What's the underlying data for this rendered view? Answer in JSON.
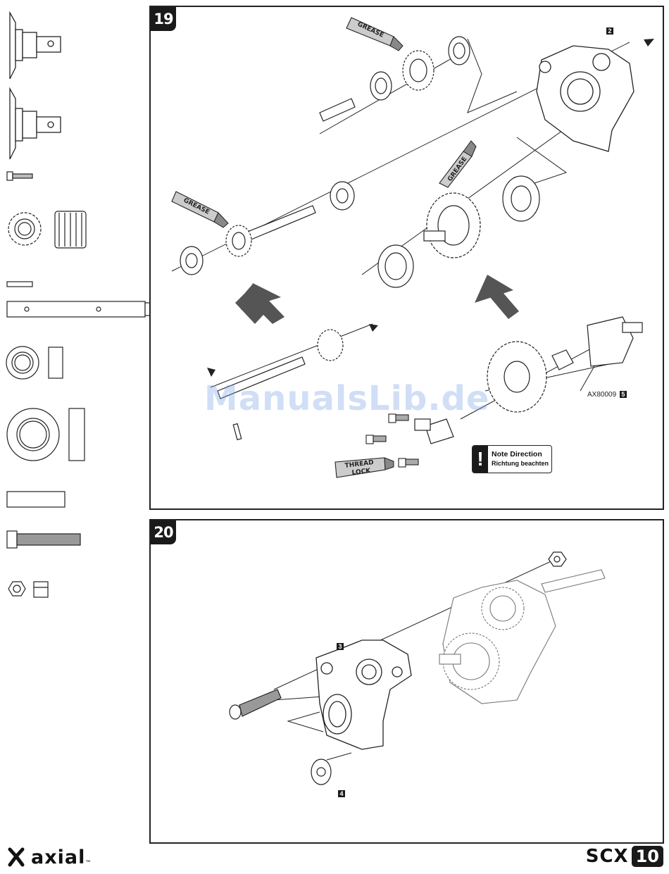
{
  "step19": {
    "number": "19",
    "callout_part": "2",
    "part_number": "AX80009",
    "part_callout": "5",
    "grease_label": "GREASE",
    "threadlock_label_line1": "THREAD",
    "threadlock_label_line2": "LOCK",
    "note_title": "Note Direction",
    "note_subtitle": "Richtung beachten",
    "note_icon": "exclamation-icon"
  },
  "step20": {
    "number": "20",
    "callout_a": "3",
    "callout_b": "4"
  },
  "watermark": "ManualsLib.de",
  "footer": {
    "brand": "axial",
    "trademark": "™",
    "model_prefix": "SCX",
    "model_number": "10"
  }
}
